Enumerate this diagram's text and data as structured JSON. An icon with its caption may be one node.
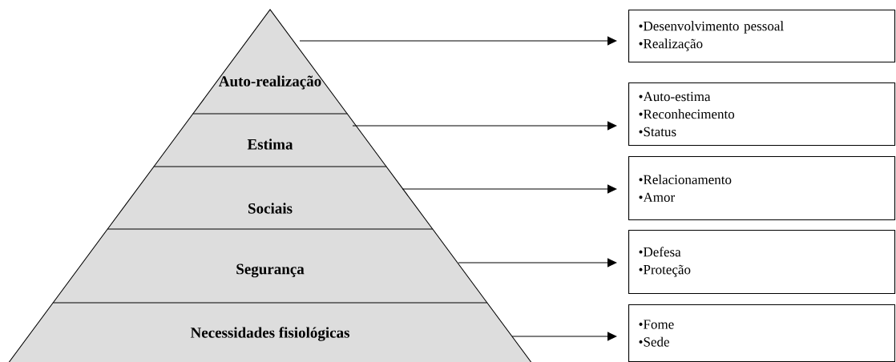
{
  "diagram": {
    "nodes": [
      {
        "text": [
          "Auto-realização"
        ]
      },
      {
        "text": [
          "Estima"
        ]
      },
      {
        "text": [
          "Sociais"
        ]
      },
      {
        "text": [
          "Segurança"
        ]
      },
      {
        "text": [
          "Necessidades fisiológicas"
        ]
      },
      {
        "text": [
          "•Desenvolvimento pessoal",
          "•Realização"
        ]
      },
      {
        "text": [
          "•Auto-estima",
          "•Reconhecimento",
          "•Status"
        ]
      },
      {
        "text": [
          "•Relacionamento",
          "•Amor"
        ]
      },
      {
        "text": [
          "•Defesa",
          "•Proteção"
        ]
      },
      {
        "text": [
          "•Fome",
          "•Sede"
        ]
      }
    ],
    "edges": [
      {
        "from": 0,
        "to": 5,
        "arrow": "to"
      },
      {
        "from": 1,
        "to": 6,
        "arrow": "to"
      },
      {
        "from": 2,
        "to": 7,
        "arrow": "to"
      },
      {
        "from": 3,
        "to": 8,
        "arrow": "to"
      },
      {
        "from": 4,
        "to": 9,
        "arrow": "to"
      }
    ]
  }
}
